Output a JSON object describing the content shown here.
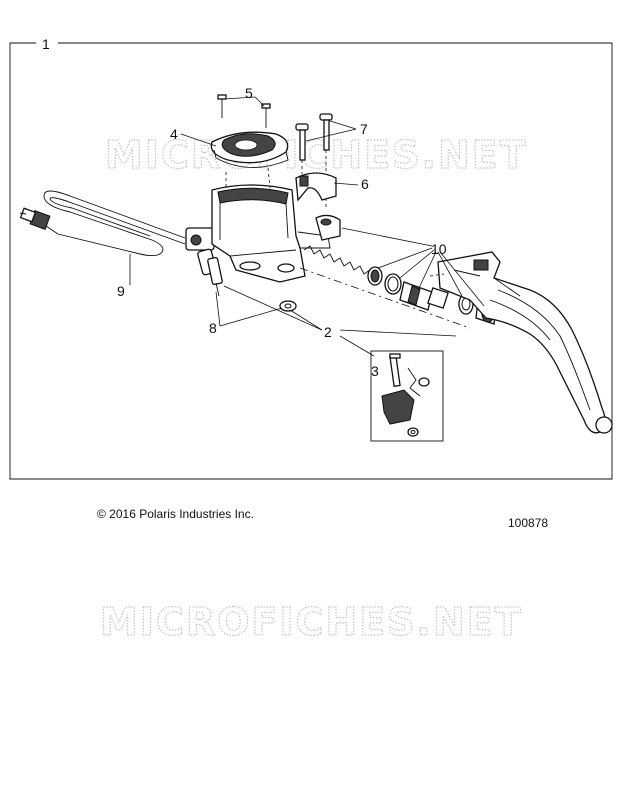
{
  "diagram": {
    "frame_label": "1",
    "callouts": [
      "2",
      "3",
      "4",
      "5",
      "6",
      "7",
      "8",
      "9",
      "10"
    ]
  },
  "watermark": {
    "text": "MICROFICHES.NET"
  },
  "footer": {
    "copyright": "© 2016 Polaris Industries Inc.",
    "figure_number": "100878"
  }
}
